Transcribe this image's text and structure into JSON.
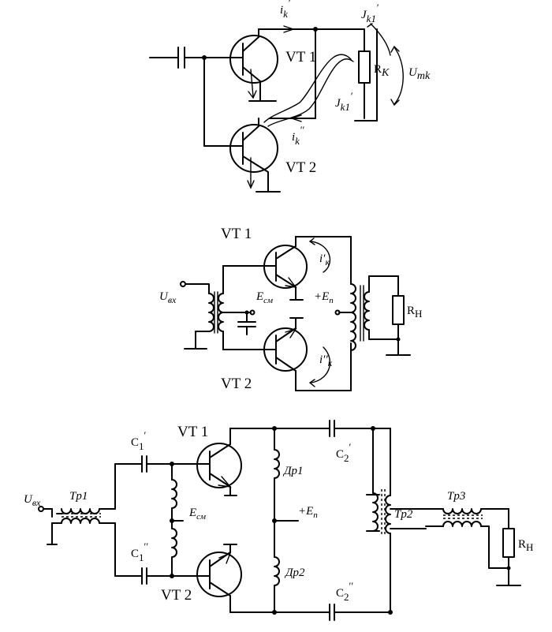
{
  "diagram1": {
    "vt1": "VT 1",
    "vt2": "VT 2",
    "ik1": "i",
    "ik1_sub": "k",
    "ik1_prime": "′",
    "ik2": "i",
    "ik2_sub": "k",
    "ik2_prime": "′′",
    "jk_top": "J",
    "jk_top_sub": "k1",
    "jk_top_prime": "′",
    "jk_mid": "J",
    "jk_mid_sub": "k1",
    "jk_mid_prime": "′",
    "rk": "R",
    "rk_sub": "K",
    "umk": "U",
    "umk_sub": "mk"
  },
  "diagram2": {
    "vt1": "VT 1",
    "vt2": "VT 2",
    "uvx": "U",
    "uvx_sub": "вх",
    "ecm": "E",
    "ecm_sub": "см",
    "en": "+E",
    "en_sub": "п",
    "ik1": "i′",
    "ik1_sub": "к",
    "ik2": "i′′",
    "ik2_sub": "к",
    "rh": "R",
    "rh_sub": "H"
  },
  "diagram3": {
    "vt1": "VT 1",
    "vt2": "VT 2",
    "uvx": "U",
    "uvx_sub": "вх",
    "tp1": "Tp1",
    "tp2": "Tp2",
    "tp3": "Tp3",
    "c1p": "C",
    "c1p_sub": "1",
    "c1p_prime": "′",
    "c1pp": "C",
    "c1pp_sub": "1",
    "c1pp_prime": "′′",
    "c2p": "C",
    "c2p_sub": "2",
    "c2p_prime": "′",
    "c2pp": "C",
    "c2pp_sub": "2",
    "c2pp_prime": "′′",
    "ecm": "E",
    "ecm_sub": "см",
    "en": "+E",
    "en_sub": "п",
    "dr1": "Др1",
    "dr2": "Др2",
    "rh": "R",
    "rh_sub": "H"
  }
}
